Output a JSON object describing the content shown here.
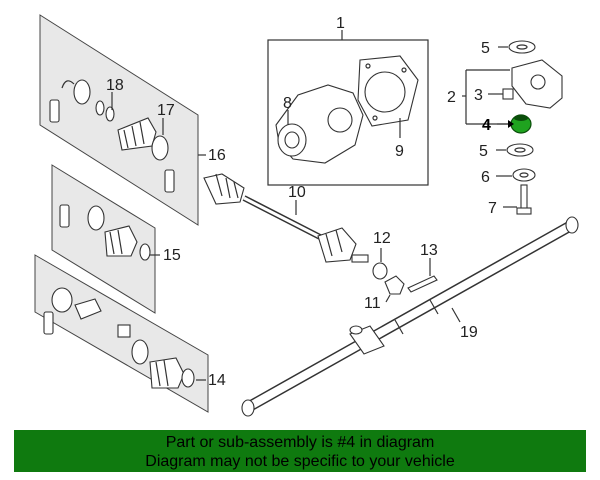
{
  "callouts": {
    "c1": "1",
    "c2": "2",
    "c4": "4",
    "c5a": "5",
    "c5b": "5",
    "c6": "6",
    "c7": "7",
    "c8": "8",
    "c9": "9",
    "c10": "10",
    "c11": "11",
    "c12": "12",
    "c13": "13",
    "c14": "14",
    "c15": "15",
    "c16": "16",
    "c17": "17",
    "c18": "18",
    "c19": "19",
    "c3": "3"
  },
  "highlight_part": "4",
  "colors": {
    "banner": "#0f7a0f",
    "highlight": "#1fa31f"
  },
  "banner": {
    "line1": "Part or sub-assembly is #4 in diagram",
    "line2": "Diagram may not be specific to your vehicle"
  }
}
